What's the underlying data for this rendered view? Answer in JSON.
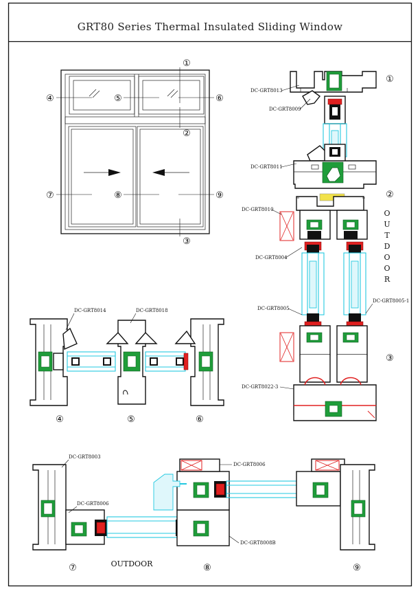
{
  "title": "GRT80 Series Thermal Insulated Sliding Window",
  "elevation": {
    "markers": [
      "①",
      "②",
      "③",
      "④",
      "⑤",
      "⑥",
      "⑦",
      "⑧",
      "⑨"
    ]
  },
  "section_vertical": {
    "markers": [
      "①",
      "②",
      "③"
    ],
    "labels": {
      "grt8013": "DC-GRT8013",
      "grt8009": "DC-GRT8009",
      "grt8011": "DC-GRT8011",
      "grt8010": "DC-GRT8010",
      "grt8004": "DC-GRT8004",
      "grt8005": "DC-GRT8005",
      "grt8005_1": "DC-GRT8005-1",
      "grt8022_3": "DC-GRT8022-3"
    },
    "outdoor": [
      "O",
      "U",
      "T",
      "D",
      "O",
      "O",
      "R"
    ]
  },
  "section_upper": {
    "markers": [
      "④",
      "⑤",
      "⑥"
    ],
    "labels": {
      "grt8014": "DC-GRT8014",
      "grt8018": "DC-GRT8018"
    }
  },
  "section_lower": {
    "markers": [
      "⑦",
      "⑧",
      "⑨"
    ],
    "labels": {
      "grt8003": "DC-GRT8003",
      "grt8006_a": "DC-GRT8006",
      "grt8006_b": "DC-GRT8006",
      "grt8008b": "DC-GRT8008B"
    },
    "outdoor": "OUTDOOR"
  }
}
